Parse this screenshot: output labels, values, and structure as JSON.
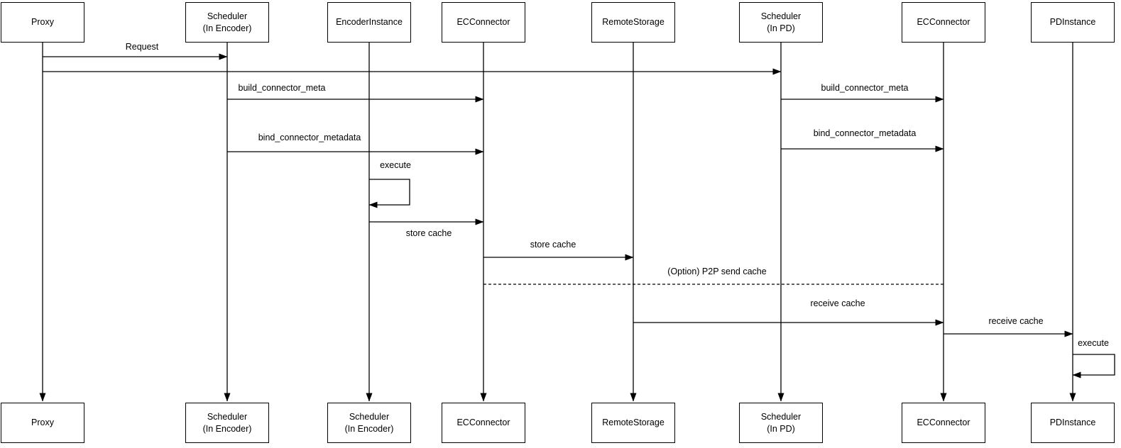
{
  "colors": {
    "stroke": "#000000",
    "canvas_background": "#ffffff"
  },
  "actors": {
    "top": [
      "Proxy",
      "Scheduler\n(In Encoder)",
      "EncoderInstance",
      "ECConnector",
      "RemoteStorage",
      "Scheduler\n(In PD)",
      "ECConnector",
      "PDInstance"
    ],
    "bottom": [
      "Proxy",
      "Scheduler\n(In Encoder)",
      "Scheduler\n(In Encoder)",
      "ECConnector",
      "RemoteStorage",
      "Scheduler\n(In PD)",
      "ECConnector",
      "PDInstance"
    ]
  },
  "messages": {
    "request": "Request",
    "build_connector_meta_encoder": "build_connector_meta",
    "build_connector_meta_pd": "build_connector_meta",
    "bind_connector_metadata_encoder": "bind_connector_metadata",
    "bind_connector_metadata_pd": "bind_connector_metadata",
    "execute_encoder": "execute",
    "store_cache_encoder": "store cache",
    "store_cache_remote": "store cache",
    "p2p_send_cache": "(Option) P2P send cache",
    "receive_cache_ec": "receive cache",
    "receive_cache_pd": "receive cache",
    "execute_pd": "execute"
  }
}
